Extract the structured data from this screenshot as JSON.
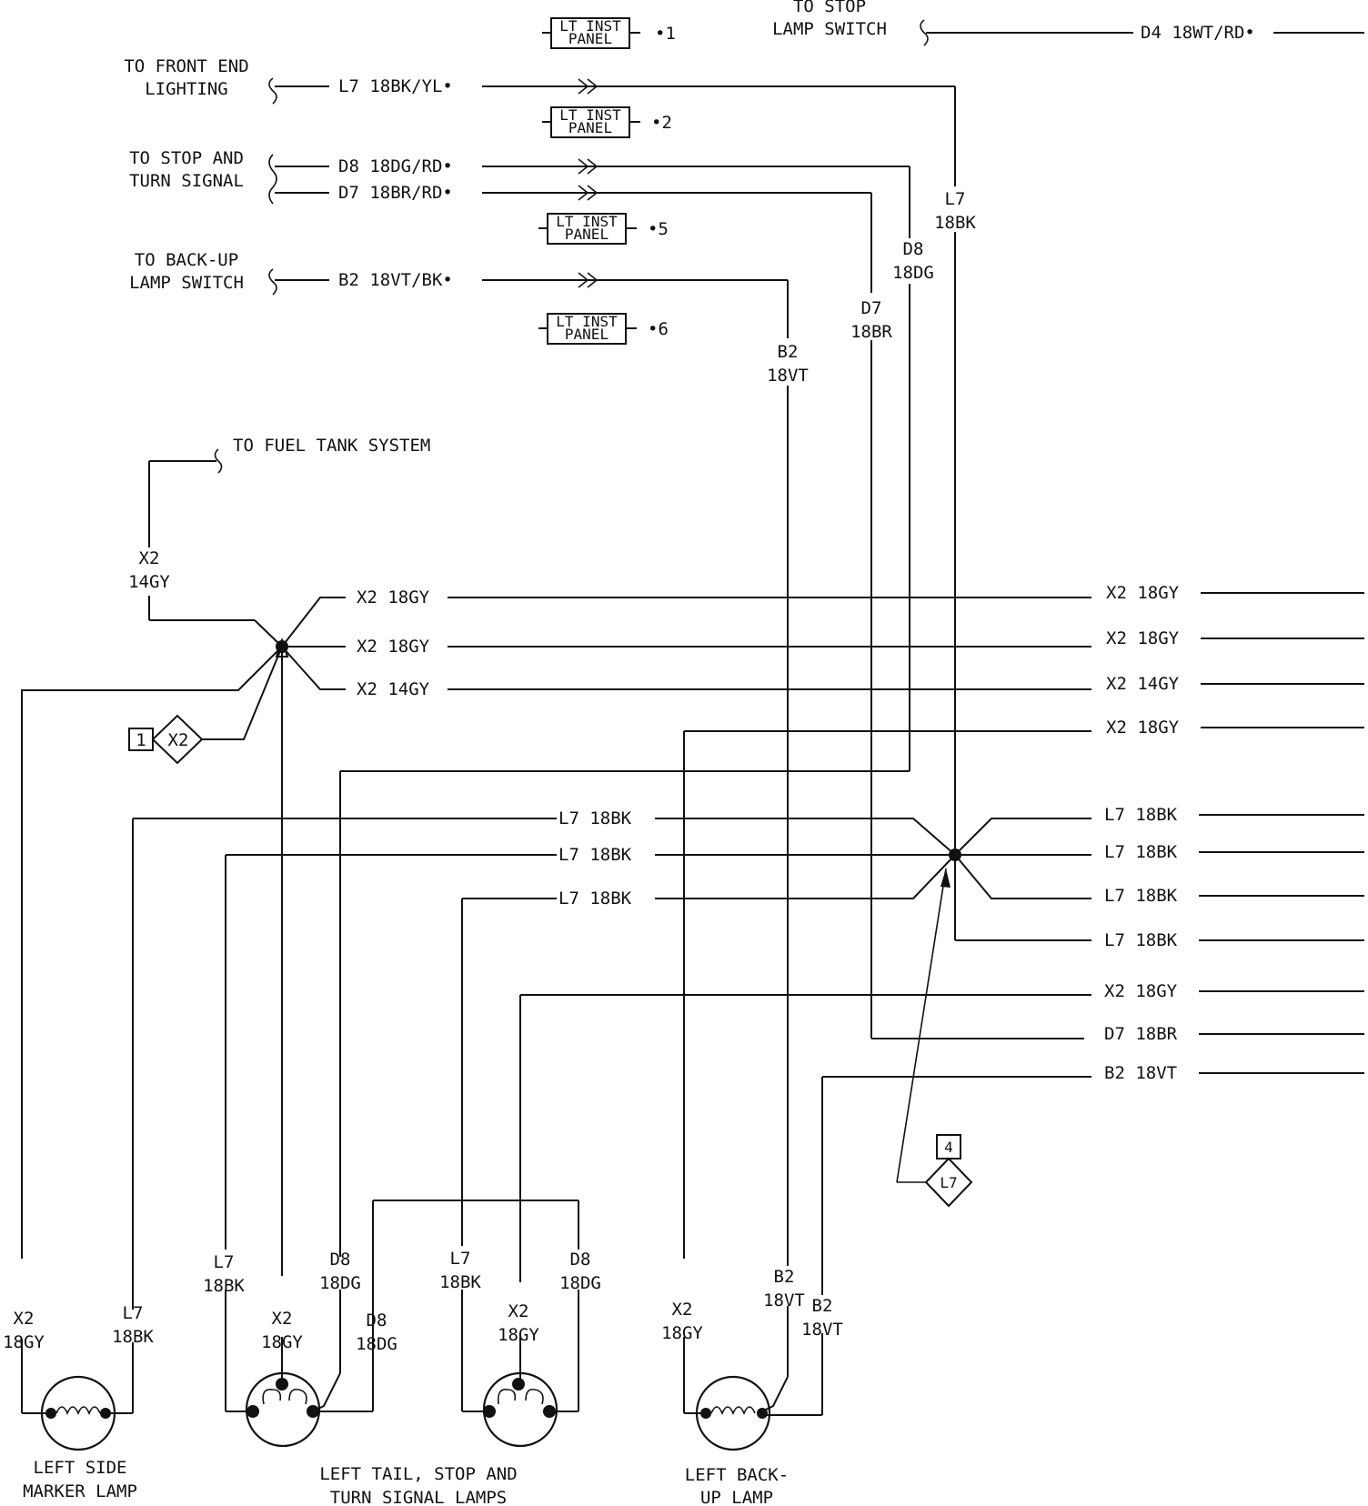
{
  "diagram": {
    "sources": {
      "stop_lamp_switch": "TO STOP\nLAMP SWITCH",
      "d4_wire": "D4 18WT/RD•",
      "front_end": "TO FRONT END\nLIGHTING",
      "l7_wire": "L7 18BK/YL•",
      "stop_turn": "TO STOP AND\nTURN SIGNAL",
      "d8_wire": "D8 18DG/RD•",
      "d7_wire": "D7 18BR/RD•",
      "backup_switch": "TO BACK-UP\nLAMP SWITCH",
      "b2_wire": "B2 18VT/BK•",
      "fuel_tank": "TO FUEL TANK SYSTEM"
    },
    "panels": [
      {
        "label": "LT INST\nPANEL",
        "ref": "•1"
      },
      {
        "label": "LT INST\nPANEL",
        "ref": "•2"
      },
      {
        "label": "LT INST\nPANEL",
        "ref": "•5"
      },
      {
        "label": "LT INST\nPANEL",
        "ref": "•6"
      }
    ],
    "vertical_labels": {
      "l7": "L7\n18BK",
      "d8": "D8\n18DG",
      "d7": "D7\n18BR",
      "b2": "B2\n18VT",
      "x2_14": "X2\n14GY"
    },
    "x2_splice_branches": [
      "X2 18GY",
      "X2 18GY",
      "X2 14GY"
    ],
    "l7_left_labels": [
      "L7 18BK",
      "L7 18BK",
      "L7 18BK"
    ],
    "right_edge_labels": [
      "X2 18GY",
      "X2 18GY",
      "X2 14GY",
      "X2 18GY",
      "L7 18BK",
      "L7 18BK",
      "L7 18BK",
      "L7 18BK",
      "X2 18GY",
      "D7 18BR",
      "B2 18VT"
    ],
    "connector_x2": {
      "pin": "1",
      "name": "X2"
    },
    "connector_l7": {
      "pin": "4",
      "name": "L7"
    },
    "lamp_wire_labels": {
      "side_x2": "X2\n18GY",
      "side_l7": "L7\n18BK",
      "tail_l7": "L7\n18BK",
      "tail_x2": "X2\n18GY",
      "tail_d8_a": "D8\n18DG",
      "tail_d8_b": "D8\n18DG",
      "tail2_l7": "L7\n18BK",
      "tail2_x2": "X2\n18GY",
      "tail2_d8": "D8\n18DG",
      "backup_x2": "X2\n18GY",
      "backup_b2_a": "B2\n18VT",
      "backup_b2_b": "B2\n18VT"
    },
    "lamps": {
      "side_marker": "LEFT SIDE\nMARKER LAMP",
      "tail_stop_turn": "LEFT TAIL, STOP AND\nTURN SIGNAL LAMPS",
      "backup": "LEFT BACK-\nUP LAMP"
    }
  }
}
